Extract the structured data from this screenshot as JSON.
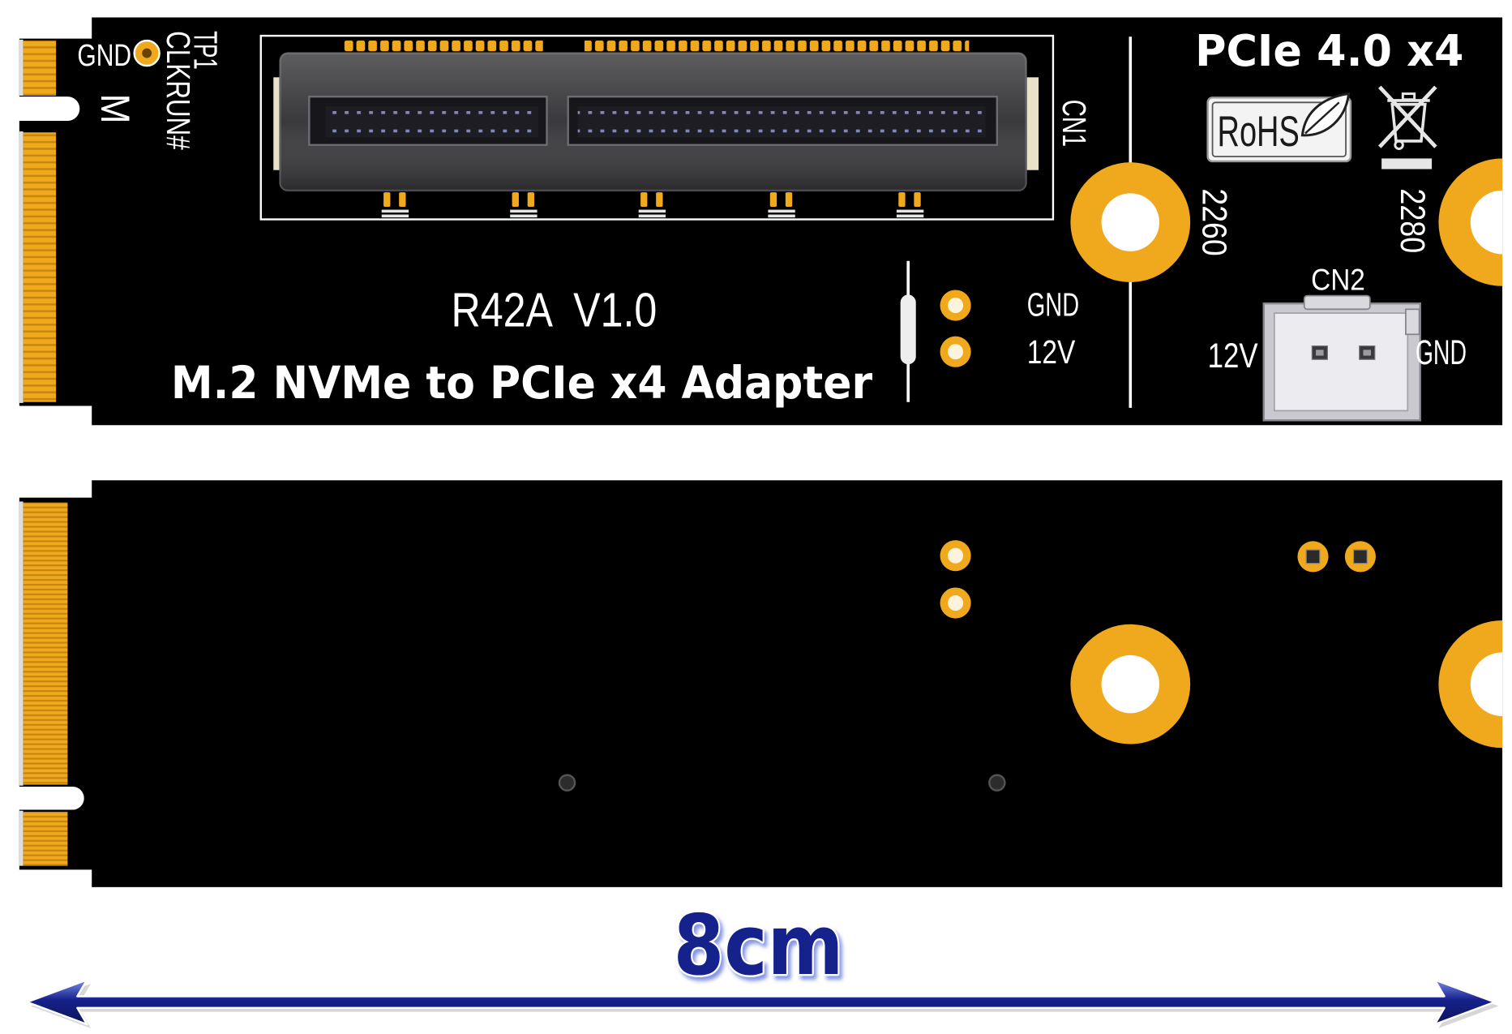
{
  "colors": {
    "board": "#000000",
    "gold": "#F0A81C",
    "silkscreen": "#FFFFFF",
    "connector_body": "#3A3A3D",
    "dimension": "#16228C"
  },
  "top_board": {
    "test_point": {
      "gnd_label": "GND",
      "tp_label": "TP1",
      "signal_label": "CLKRUN#"
    },
    "key_label": "M",
    "cn1_label": "CN1",
    "length_2260_label": "2260",
    "length_2280_label": "2280",
    "spec_title": "PCIe 4.0 x4",
    "rohs": {
      "label": "RoHS",
      "icon": "leaf-icon"
    },
    "weee_icon": "crossed-wheelie-bin-icon",
    "cn2": {
      "label": "CN2",
      "left_pin_label": "12V",
      "right_pin_label": "GND"
    },
    "power_pads": [
      {
        "label": "GND"
      },
      {
        "label": "12V"
      }
    ],
    "model_label": "R42A  V1.0",
    "product_name": "M.2 NVMe to PCIe x4 Adapter"
  },
  "dimension": {
    "label": "8cm",
    "icon": "double-headed-arrow-icon"
  }
}
